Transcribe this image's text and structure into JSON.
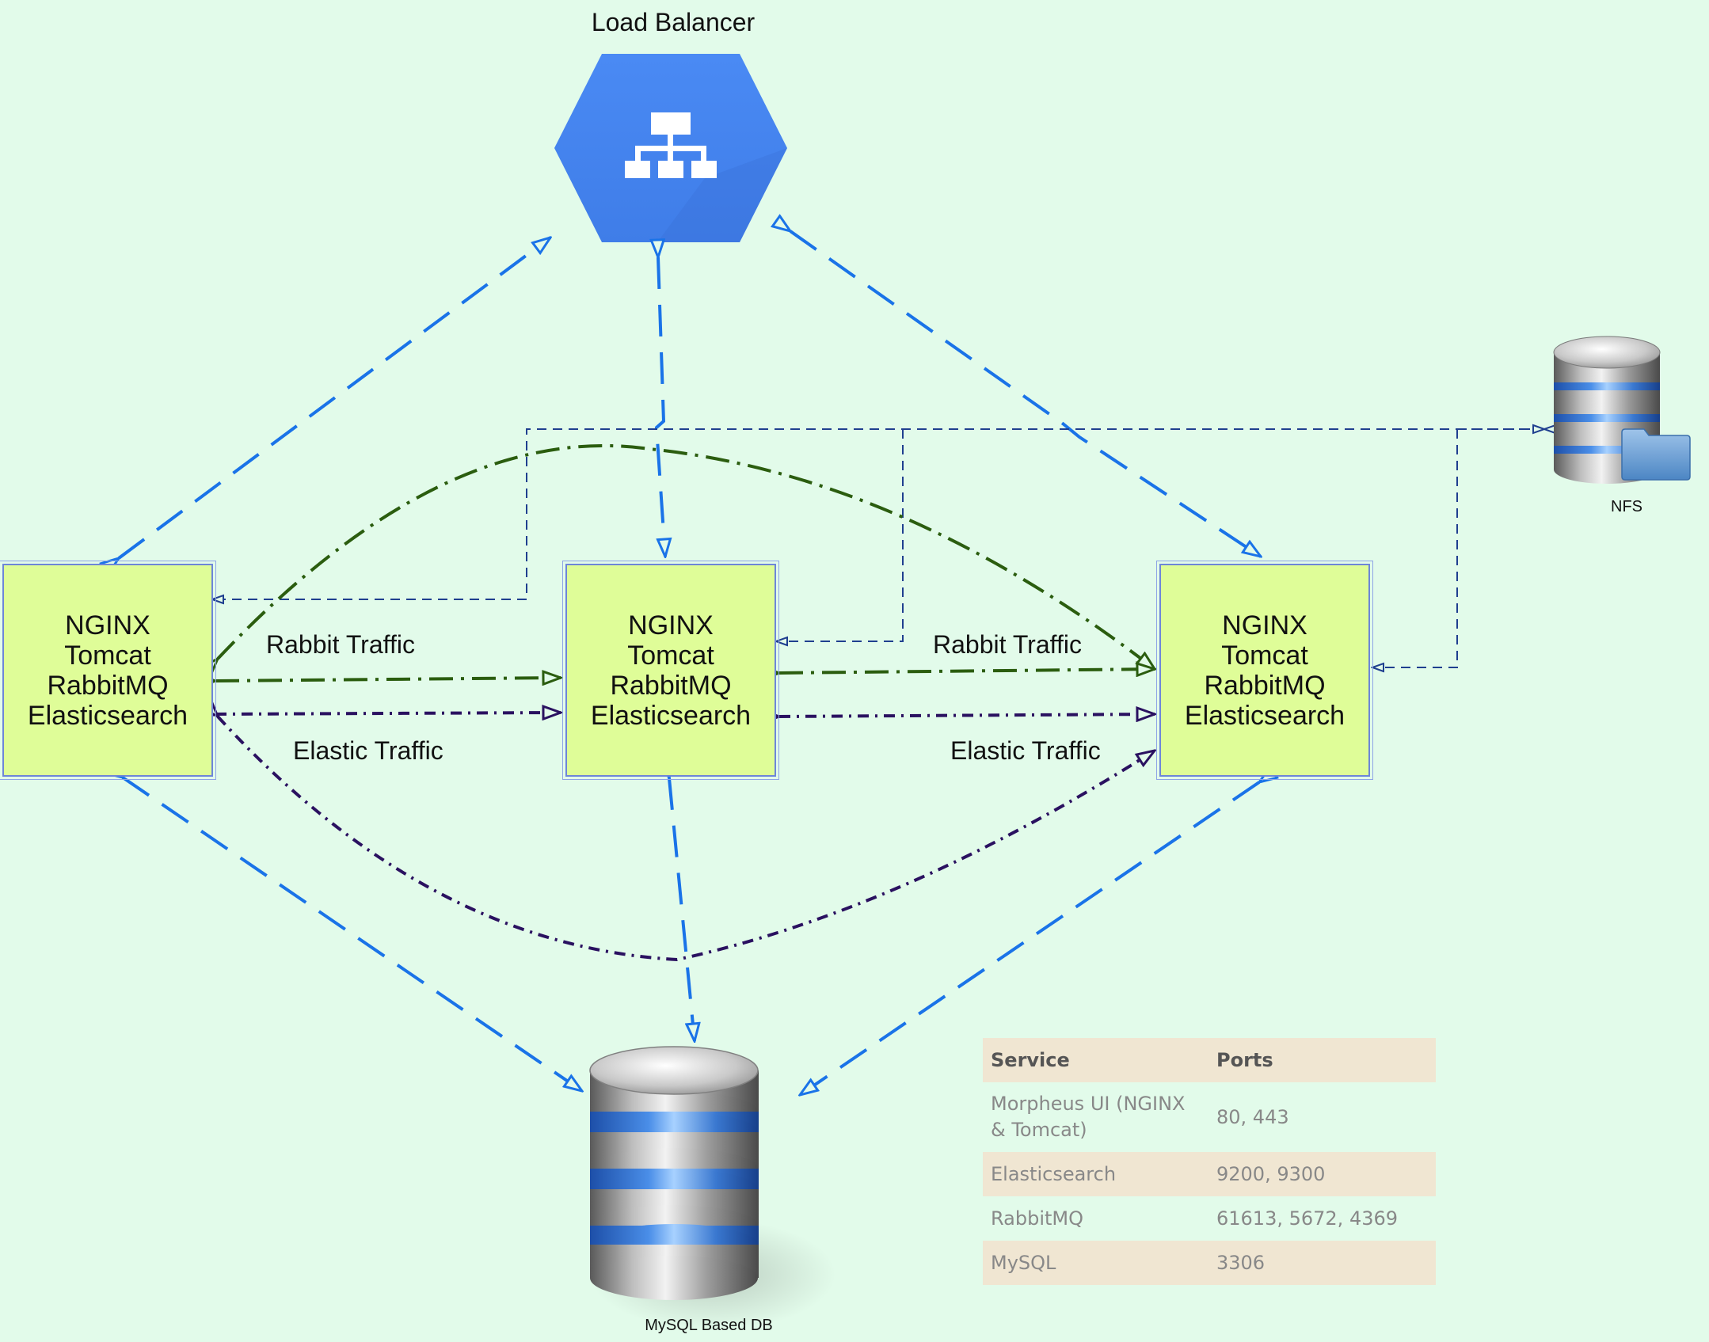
{
  "load_balancer": {
    "title": "Load Balancer",
    "icon": "sitemap-icon",
    "color": "#4285f4"
  },
  "nodes": [
    {
      "lines": [
        "NGINX",
        "Tomcat",
        "RabbitMQ",
        "Elasticsearch"
      ]
    },
    {
      "lines": [
        "NGINX",
        "Tomcat",
        "RabbitMQ",
        "Elasticsearch"
      ]
    },
    {
      "lines": [
        "NGINX",
        "Tomcat",
        "RabbitMQ",
        "Elasticsearch"
      ]
    }
  ],
  "edge_labels": {
    "rabbit_left": "Rabbit Traffic",
    "rabbit_right": "Rabbit Traffic",
    "elastic_left": "Elastic Traffic",
    "elastic_right": "Elastic Traffic"
  },
  "nfs": {
    "label": "NFS"
  },
  "database": {
    "label": "MySQL Based DB"
  },
  "ports_table": {
    "headers": [
      "Service",
      "Ports"
    ],
    "rows": [
      [
        "Morpheus UI (NGINX & Tomcat)",
        "80, 443"
      ],
      [
        "Elasticsearch",
        "9200, 9300"
      ],
      [
        "RabbitMQ",
        "61613, 5672, 4369"
      ],
      [
        "MySQL",
        "3306"
      ]
    ]
  },
  "colors": {
    "background": "#e2fbea",
    "node_fill": "#dffd98",
    "lb_arrows": "#1a73e8",
    "rabbit_arrows": "#2b5d0f",
    "elastic_arrows": "#2a1160",
    "nfs_arrows": "#1f3f8f"
  }
}
